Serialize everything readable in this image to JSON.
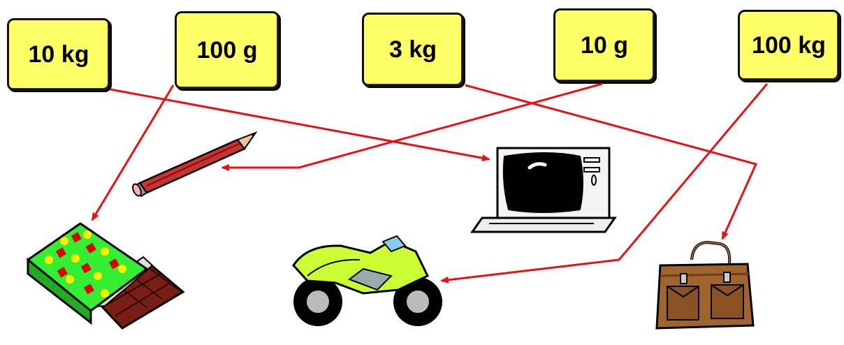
{
  "labels": {
    "kg10": "10 kg",
    "g100": "100 g",
    "kg3": "3 kg",
    "g10": "10 g",
    "kg100": "100 kg"
  },
  "colors": {
    "label_fill": "#ffff66",
    "arrow": "#e81010",
    "chocolate_wrapper": "#33ee33",
    "chocolate": "#7a1d14",
    "motorbike": "#ccff33",
    "briefcase": "#a0652f",
    "pencil": "#c83232"
  },
  "icons": [
    "chocolate-bar-icon",
    "pencil-icon",
    "computer-icon",
    "motorbike-icon",
    "briefcase-icon"
  ],
  "matches": [
    {
      "label": "10 kg",
      "item": "computer-icon"
    },
    {
      "label": "100 g",
      "item": "chocolate-bar-icon"
    },
    {
      "label": "3 kg",
      "item": "briefcase-icon"
    },
    {
      "label": "10 g",
      "item": "pencil-icon"
    },
    {
      "label": "100 kg",
      "item": "motorbike-icon"
    }
  ]
}
